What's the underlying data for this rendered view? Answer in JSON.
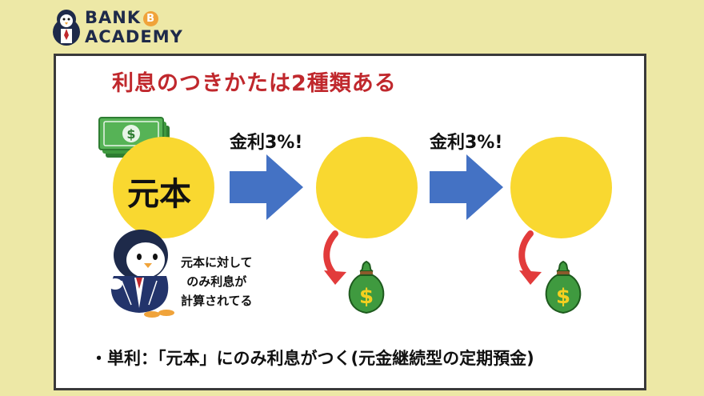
{
  "logo": {
    "line1": "BANK",
    "bitcoin_symbol": "B",
    "line2": "ACADEMY"
  },
  "slide": {
    "title": "利息のつきかたは2種類ある",
    "principal_label": "元本",
    "interest_rate_1": "金利3%!",
    "interest_rate_2": "金利3%!",
    "speech_lines": [
      "元本に対して",
      "のみ利息が",
      "計算されてる"
    ],
    "bullet": "・単利：「元本」にのみ利息がつく(元金継続型の定期預金)",
    "money_bag_symbol": "$",
    "banknote_symbol": "$"
  },
  "icons": [
    "penguin-mascot-icon",
    "banknotes-icon",
    "arrow-right-icon",
    "curved-arrow-icon",
    "money-bag-icon",
    "bitcoin-icon"
  ],
  "colors": {
    "background": "#ede8a6",
    "title": "#c0282d",
    "circle": "#f9d830",
    "arrow": "#4472c4",
    "curved_arrow": "#e23b3b",
    "money": "#3f9a3f"
  }
}
